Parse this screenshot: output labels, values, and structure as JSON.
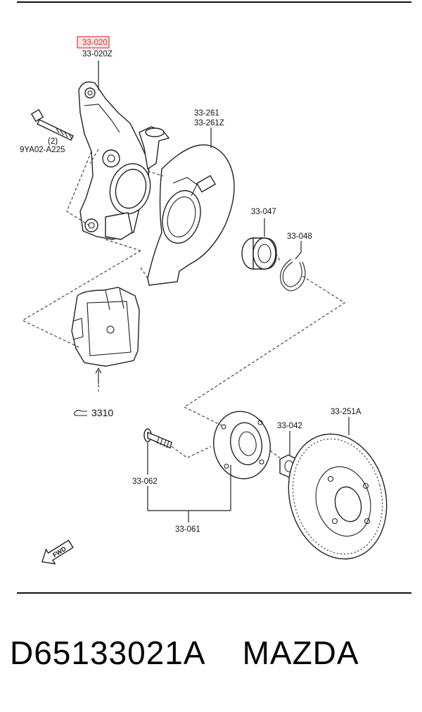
{
  "callouts": {
    "knuckle_highlight": "33-020",
    "knuckle": "33-020Z",
    "bolt": "9YA02-A225",
    "bolt_qty": "(2)",
    "dust_shield_a": "33-261",
    "dust_shield_b": "33-261Z",
    "bearing": "33-047",
    "snap_ring": "33-048",
    "caliper": "3310",
    "hub_bolt": "33-062",
    "hub_assembly": "33-061",
    "hub_nut": "33-042",
    "disc": "33-251A",
    "fwd": "FWD"
  },
  "highlight_color": "#e23b3b",
  "footer": {
    "part_number": "D65133021A",
    "brand": "MAZDA"
  }
}
